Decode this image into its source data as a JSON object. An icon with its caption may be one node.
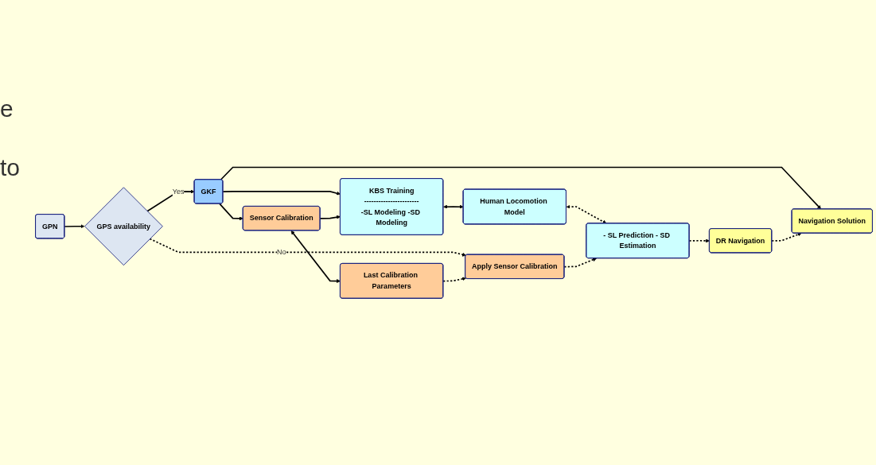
{
  "diagram": {
    "nodes": [
      {
        "text": [
          "GPN"
        ]
      },
      {
        "text": [
          "GPS availability"
        ]
      },
      {
        "text": [
          "GKF"
        ]
      },
      {
        "text": [
          "Sensor Calibration"
        ]
      },
      {
        "text": [
          "KBS Training",
          "-----------------------",
          "-SL Modeling -SD Modeling"
        ]
      },
      {
        "text": [
          "Navigation Solution"
        ]
      },
      {
        "text": [
          "Last Calibration Parameters"
        ]
      },
      {
        "text": [
          "Human Locomotion Model"
        ]
      },
      {
        "text": [
          "DR Navigation"
        ]
      },
      {
        "text": [
          "Apply Sensor Calibration"
        ]
      },
      {
        "text": [
          "- SL Prediction - SD Estimation"
        ]
      }
    ],
    "edges": [
      {
        "from": 0,
        "to": 1,
        "arrow": "to"
      },
      {
        "from": 1,
        "to": 2,
        "arrow": "to",
        "label": "Yes"
      },
      {
        "from": 1,
        "to": 9,
        "arrow": "to",
        "label": "No",
        "style": "dashed"
      },
      {
        "from": 2,
        "to": 3,
        "arrow": "to"
      },
      {
        "from": 2,
        "to": 4,
        "arrow": "to"
      },
      {
        "from": 2,
        "to": 5,
        "arrow": "to"
      },
      {
        "from": 3,
        "to": 4,
        "arrow": "to"
      },
      {
        "from": 3,
        "to": 6,
        "arrow": "both"
      },
      {
        "from": 4,
        "to": 7,
        "arrow": "both"
      },
      {
        "from": 6,
        "to": 9,
        "arrow": "to",
        "style": "dashed"
      },
      {
        "from": 7,
        "to": 10,
        "arrow": "both",
        "style": "dashed"
      },
      {
        "from": 9,
        "to": 10,
        "arrow": "to",
        "style": "dashed"
      },
      {
        "from": 10,
        "to": 8,
        "arrow": "to",
        "style": "dashed"
      },
      {
        "from": 8,
        "to": 5,
        "arrow": "to",
        "style": "dashed"
      }
    ],
    "labels": [
      "e",
      "to"
    ]
  }
}
